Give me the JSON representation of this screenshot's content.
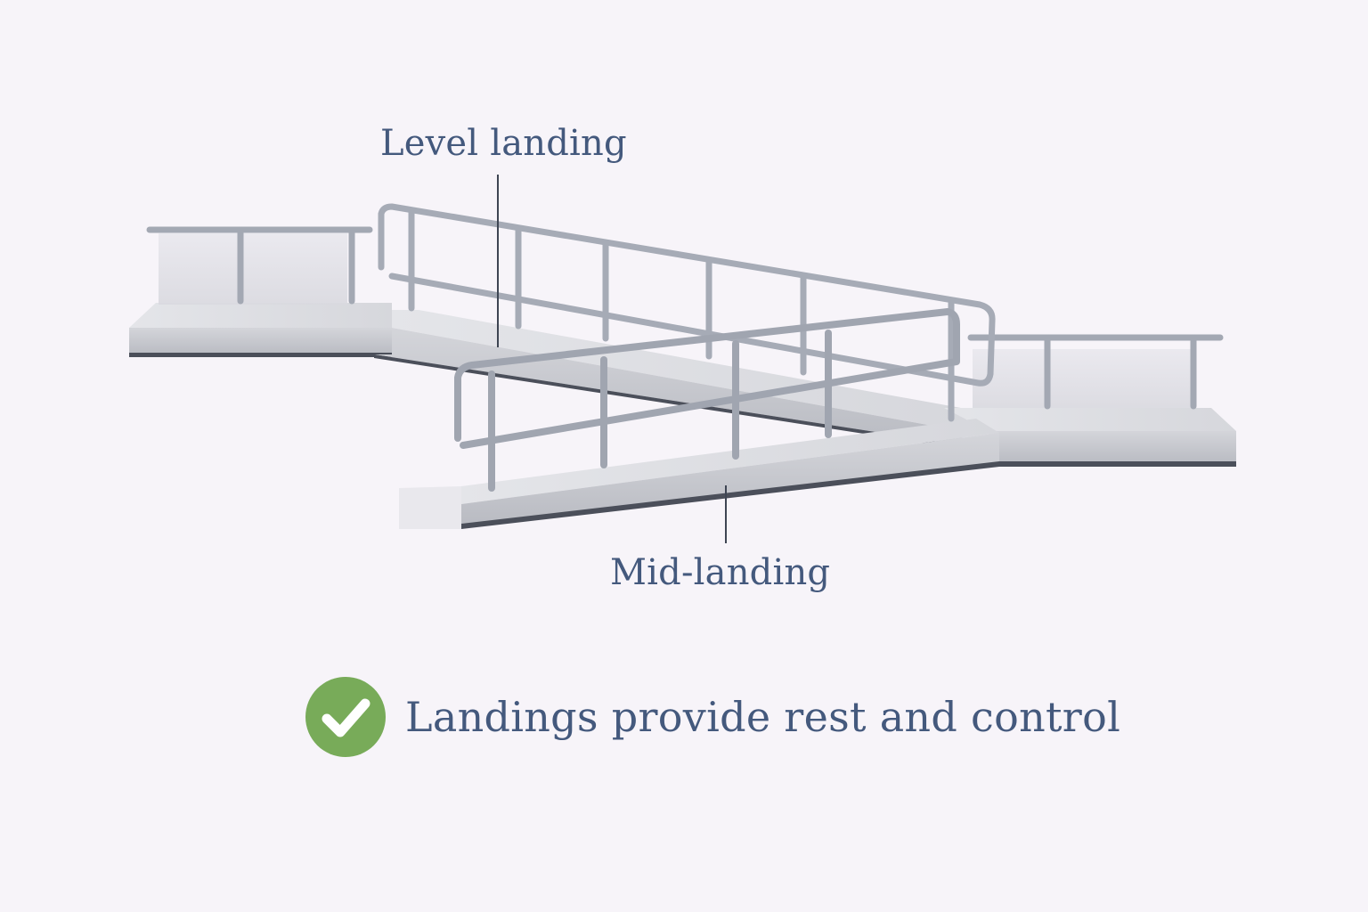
{
  "labels": {
    "level_landing": "Level landing",
    "mid_landing": "Mid-landing"
  },
  "caption": {
    "text": "Landings provide rest and control",
    "icon": "checkmark-icon"
  },
  "colors": {
    "background": "#f7f4f9",
    "label_text": "#44597d",
    "check_circle": "#78ab59",
    "rail_metal": "#a9adb8",
    "concrete_top": "#dcdde1",
    "concrete_side": "#c9cacf"
  }
}
